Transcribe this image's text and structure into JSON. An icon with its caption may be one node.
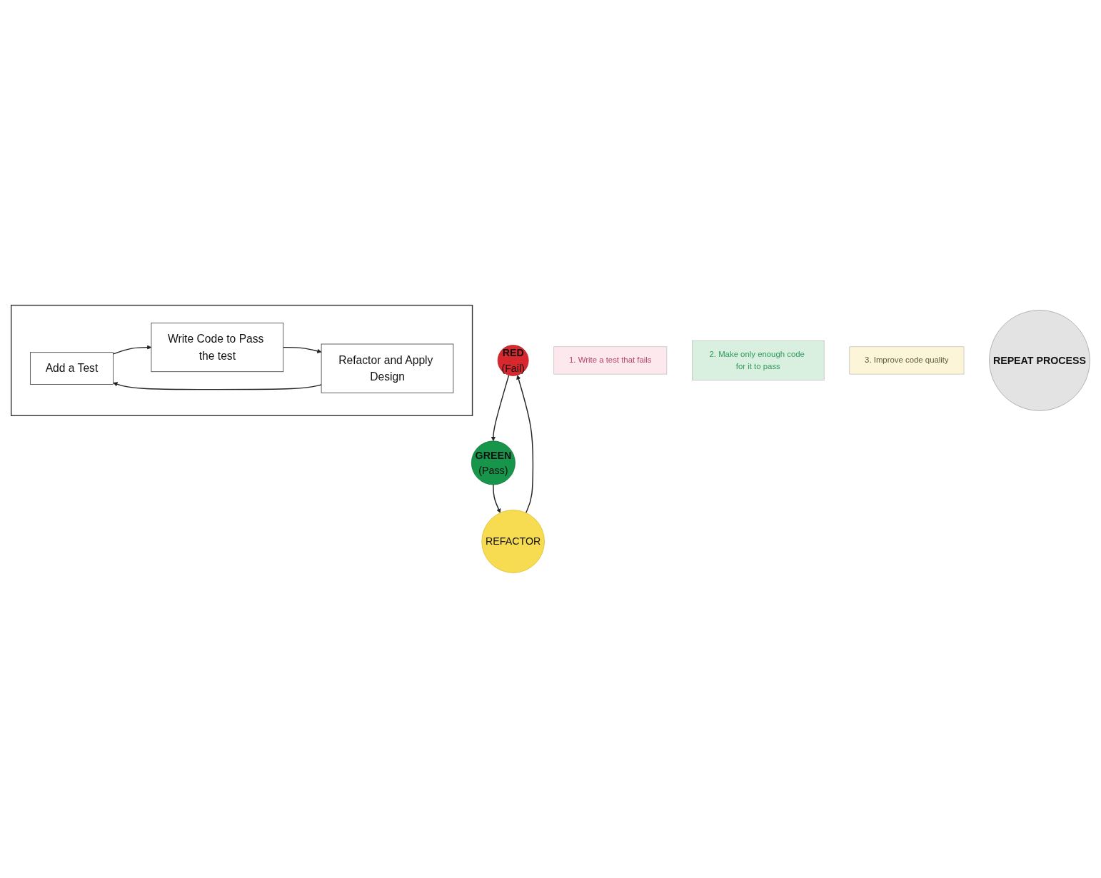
{
  "diagram": {
    "nodes": [
      {
        "text": [
          "RED",
          "(Fail)"
        ]
      },
      {
        "text": [
          "1. Write a test that fails"
        ]
      },
      {
        "text": [
          "GREEN",
          "(Pass)"
        ]
      },
      {
        "text": [
          "2. Make only enough code for it to pass"
        ]
      },
      {
        "text": [
          "REFACTOR"
        ]
      },
      {
        "text": [
          "3. Improve code quality"
        ]
      },
      {
        "text": [
          "REPEAT PROCESS"
        ]
      },
      {
        "text": [],
        "shape": "box"
      },
      {
        "text": [
          "Add a Test"
        ],
        "in": 7
      },
      {
        "text": [
          "Write Code to Pass the test"
        ],
        "in": 7
      },
      {
        "text": [
          "Refactor and Apply Design"
        ],
        "in": 7
      }
    ],
    "edges": [
      {
        "from": 0,
        "to": 2,
        "arrow": "to"
      },
      {
        "from": 2,
        "to": 4,
        "arrow": "to"
      },
      {
        "from": 4,
        "to": 0,
        "arrow": "to"
      },
      {
        "from": 8,
        "to": 9,
        "arrow": "to"
      },
      {
        "from": 9,
        "to": 10,
        "arrow": "to"
      },
      {
        "from": 10,
        "to": 8,
        "arrow": "to"
      }
    ]
  }
}
